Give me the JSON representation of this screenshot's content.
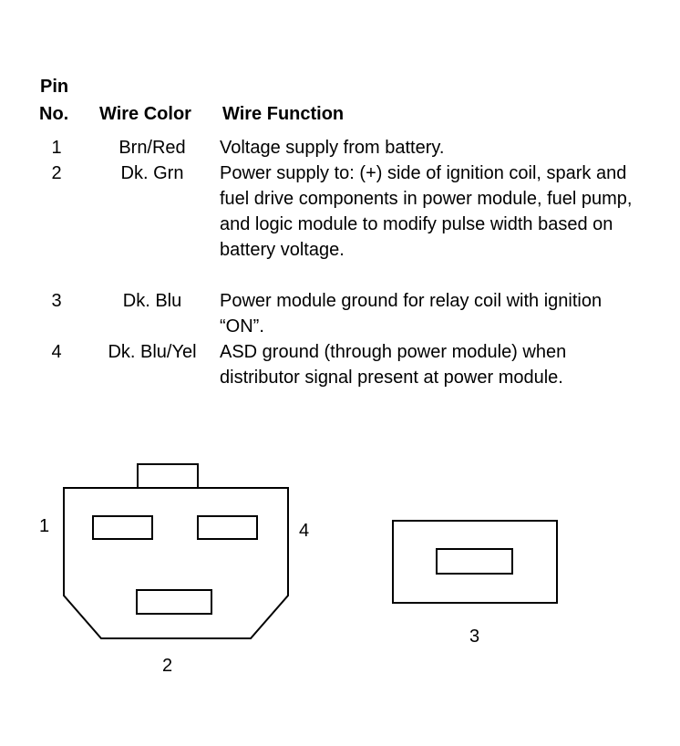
{
  "header": {
    "pin_line1": "Pin",
    "pin_line2": "No.",
    "wire_color": "Wire Color",
    "wire_function": "Wire Function"
  },
  "rows": [
    {
      "pin": "1",
      "color": "Brn/Red",
      "function": "Voltage supply from battery."
    },
    {
      "pin": "2",
      "color": "Dk. Grn",
      "function": "Power supply to: (+) side of ignition coil, spark and fuel drive components in power module, fuel pump, and logic module to modify pulse width based on battery voltage."
    },
    {
      "pin": "3",
      "color": "Dk. Blu",
      "function": "Power module ground for relay coil with ignition “ON”."
    },
    {
      "pin": "4",
      "color": "Dk. Blu/Yel",
      "function": "ASD ground (through power module) when distributor signal present at power module."
    }
  ],
  "diagram_labels": {
    "pin1": "1",
    "pin2": "2",
    "pin3": "3",
    "pin4": "4"
  }
}
